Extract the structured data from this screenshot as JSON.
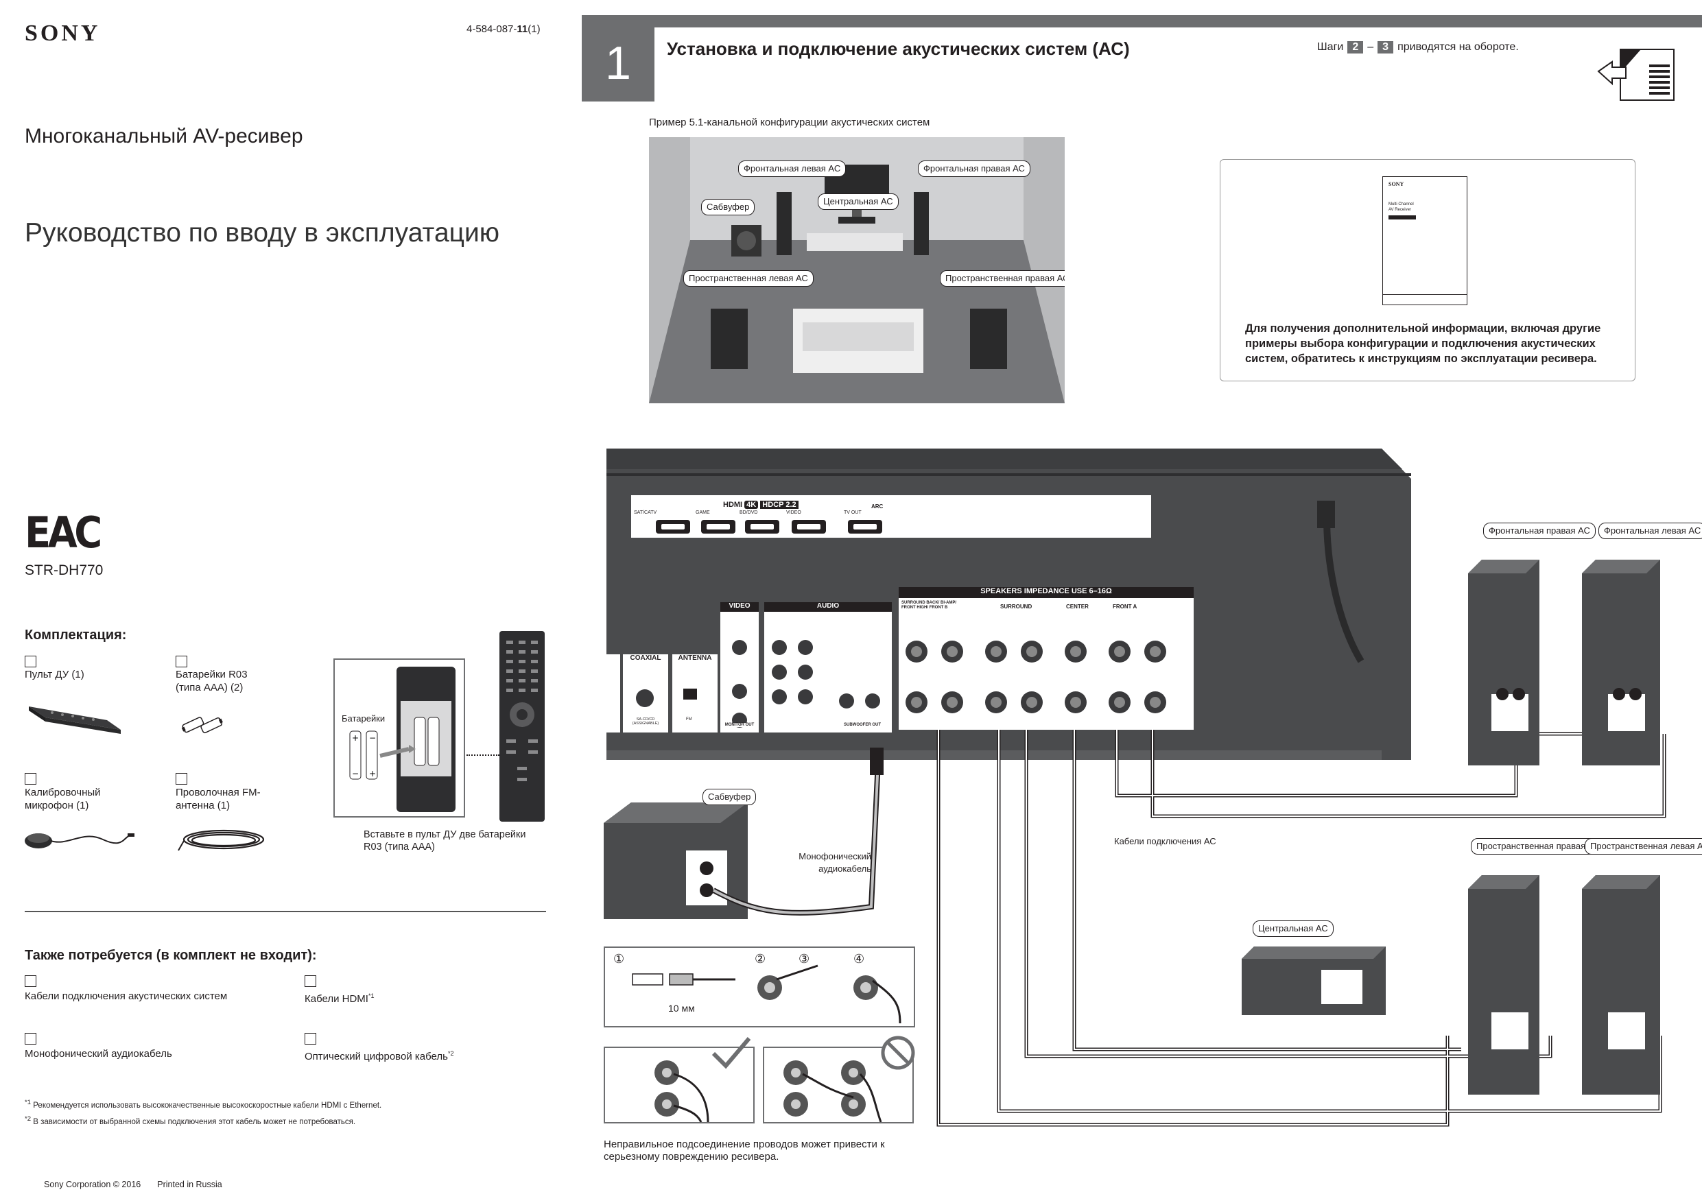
{
  "brand": "SONY",
  "doc_number": {
    "prefix": "4-584-087-",
    "bold": "11",
    "suffix": "(1)"
  },
  "product_name": "Многоканальный AV-ресивер",
  "manual_title": "Руководство по вводу в эксплуатацию",
  "eac_mark": "EAC",
  "model": "STR-DH770",
  "supplied": {
    "title": "Комплектация:",
    "items": [
      {
        "label": "Пульт ДУ (1)"
      },
      {
        "label": "Батарейки R03 (типа AAA) (2)"
      },
      {
        "label": "Калибровочный микрофон (1)"
      },
      {
        "label": "Проволочная FM-антенна (1)"
      }
    ],
    "battery_label": "Батарейки",
    "battery_caption": "Вставьте в пульт ДУ две батарейки R03 (типа AAA)"
  },
  "also_needed": {
    "title": "Также потребуется (в комплект не входит):",
    "items": [
      {
        "label": "Кабели подключения акустических систем",
        "sup": ""
      },
      {
        "label": "Кабели HDMI",
        "sup": "*1"
      },
      {
        "label": "Монофонический аудиокабель",
        "sup": ""
      },
      {
        "label": "Оптический цифровой кабель",
        "sup": "*2"
      }
    ]
  },
  "footnotes": [
    {
      "mark": "*1",
      "text": "Рекомендуется использовать высококачественные высокоскоростные кабели HDMI с Ethernet."
    },
    {
      "mark": "*2",
      "text": "В зависимости от выбранной схемы подключения этот кабель может не потребоваться."
    }
  ],
  "footer": {
    "copyright": "Sony Corporation © 2016",
    "printed": "Printed in Russia"
  },
  "step": {
    "number": "1",
    "title": "Установка и подключение акустических систем (АС)",
    "note_prefix": "Шаги",
    "note_from": "2",
    "note_dash": "–",
    "note_to": "3",
    "note_suffix": "приводятся на обороте."
  },
  "example": {
    "title": "Пример 5.1-канальной конфигурации акустических систем",
    "labels": {
      "front_left": "Фронтальная левая АС",
      "front_right": "Фронтальная правая АС",
      "subwoofer": "Сабвуфер",
      "center": "Центральная АС",
      "surround_left": "Пространственная левая АС",
      "surround_right": "Пространственная правая АС"
    }
  },
  "info": {
    "booklet_brand": "SONY",
    "booklet_lines": [
      "Multi Channel",
      "AV Receiver"
    ],
    "text": "Для получения дополнительной информации, включая другие примеры выбора конфигурации и подключения акустических систем, обратитесь к инструкциям по эксплуатации ресивера."
  },
  "receiver": {
    "hdmi": "HDMI",
    "hdmi_4k": "4K",
    "hdcp": "HDCP 2.2",
    "hdmi_inputs": [
      "SAT/CATV",
      "GAME",
      "BD/DVD",
      "VIDEO"
    ],
    "tv_out": "TV OUT",
    "arc": "ARC",
    "speakers": "SPEAKERS   IMPEDANCE USE 6–16Ω",
    "speaker_groups": [
      "SURROUND BACK/ BI-AMP/ FRONT HIGH/ FRONT B",
      "SURROUND",
      "CENTER",
      "FRONT A"
    ],
    "video": "VIDEO",
    "audio": "AUDIO",
    "coaxial": "COAXIAL",
    "antenna": "ANTENNA",
    "monitor_out": "MONITOR OUT",
    "subwoofer_out": "SUBWOOFER OUT",
    "sacd": "SA-CD/CD (ASSIGNABLE)",
    "fm": "FM"
  },
  "connection": {
    "subwoofer": "Сабвуфер",
    "mono_cable": "Монофонический аудиокабель",
    "speaker_cables": "Кабели подключения АС",
    "front_right": "Фронтальная правая АС",
    "front_left": "Фронтальная левая АС",
    "surround_right": "Пространственная правая АС",
    "surround_left": "Пространственная левая АС",
    "center": "Центральная АС",
    "wire_length": "10 мм",
    "steps": [
      "①",
      "②",
      "③",
      "④"
    ],
    "warning": "Неправильное подсоединение проводов может привести к серьезному повреждению ресивера."
  }
}
